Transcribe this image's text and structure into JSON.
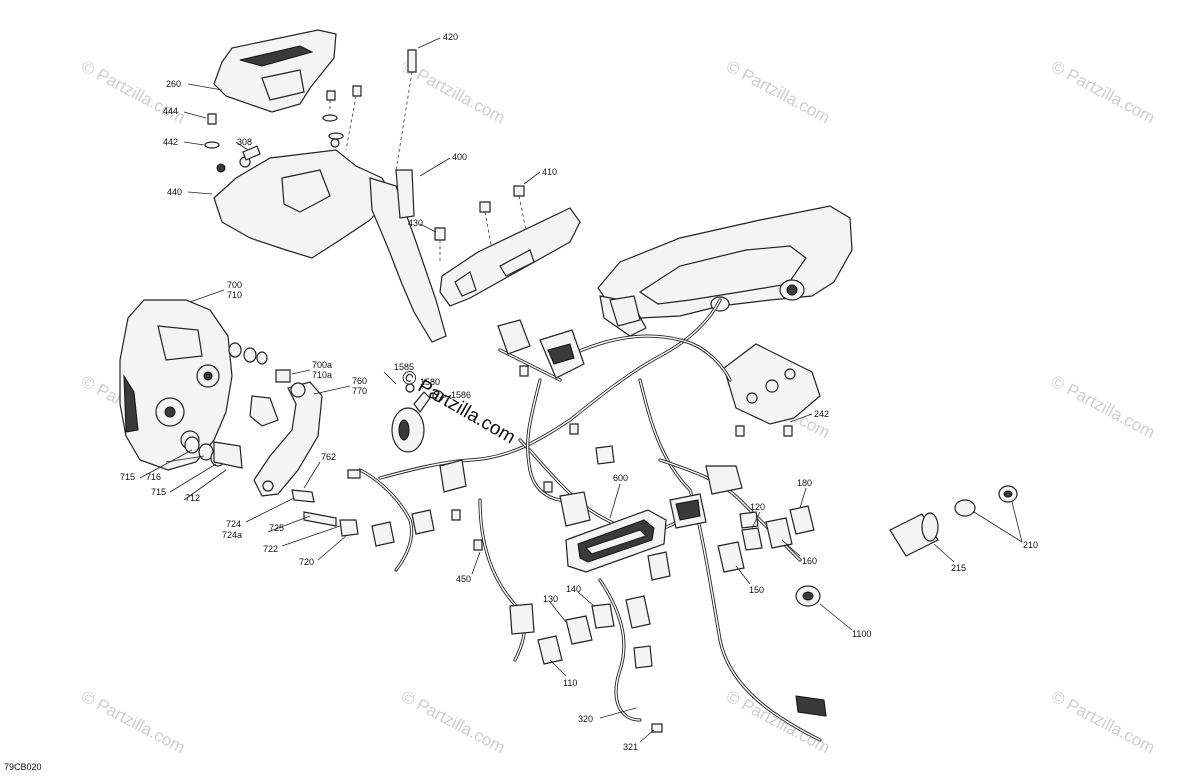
{
  "diagram_code": "79CB020",
  "watermark_text": "© Partzilla.com",
  "center_watermark_text": "© Partzilla.com",
  "callouts": [
    {
      "id": "c420",
      "label": "420"
    },
    {
      "id": "c260",
      "label": "260"
    },
    {
      "id": "c444",
      "label": "444"
    },
    {
      "id": "c442",
      "label": "442"
    },
    {
      "id": "c308",
      "label": "308"
    },
    {
      "id": "c400",
      "label": "400"
    },
    {
      "id": "c410",
      "label": "410"
    },
    {
      "id": "c440",
      "label": "440"
    },
    {
      "id": "c430",
      "label": "430"
    },
    {
      "id": "c700",
      "label": "700"
    },
    {
      "id": "c710",
      "label": "710"
    },
    {
      "id": "c700a",
      "label": "700a"
    },
    {
      "id": "c710a",
      "label": "710a"
    },
    {
      "id": "c760",
      "label": "760"
    },
    {
      "id": "c770",
      "label": "770"
    },
    {
      "id": "c1585",
      "label": "1585"
    },
    {
      "id": "c1580",
      "label": "1580"
    },
    {
      "id": "c1586",
      "label": "1586"
    },
    {
      "id": "c242",
      "label": "242"
    },
    {
      "id": "c715a",
      "label": "715"
    },
    {
      "id": "c716",
      "label": "716"
    },
    {
      "id": "c715b",
      "label": "715"
    },
    {
      "id": "c712",
      "label": "712"
    },
    {
      "id": "c762",
      "label": "762"
    },
    {
      "id": "c724",
      "label": "724"
    },
    {
      "id": "c724a",
      "label": "724a"
    },
    {
      "id": "c725",
      "label": "725"
    },
    {
      "id": "c722",
      "label": "722"
    },
    {
      "id": "c720",
      "label": "720"
    },
    {
      "id": "c600",
      "label": "600"
    },
    {
      "id": "c180",
      "label": "180"
    },
    {
      "id": "c120",
      "label": "120"
    },
    {
      "id": "c160",
      "label": "160"
    },
    {
      "id": "c150",
      "label": "150"
    },
    {
      "id": "c450",
      "label": "450"
    },
    {
      "id": "c140",
      "label": "140"
    },
    {
      "id": "c130",
      "label": "130"
    },
    {
      "id": "c110",
      "label": "110"
    },
    {
      "id": "c215",
      "label": "215"
    },
    {
      "id": "c210",
      "label": "210"
    },
    {
      "id": "c1100",
      "label": "1100"
    },
    {
      "id": "c320",
      "label": "320"
    },
    {
      "id": "c321",
      "label": "321"
    }
  ]
}
